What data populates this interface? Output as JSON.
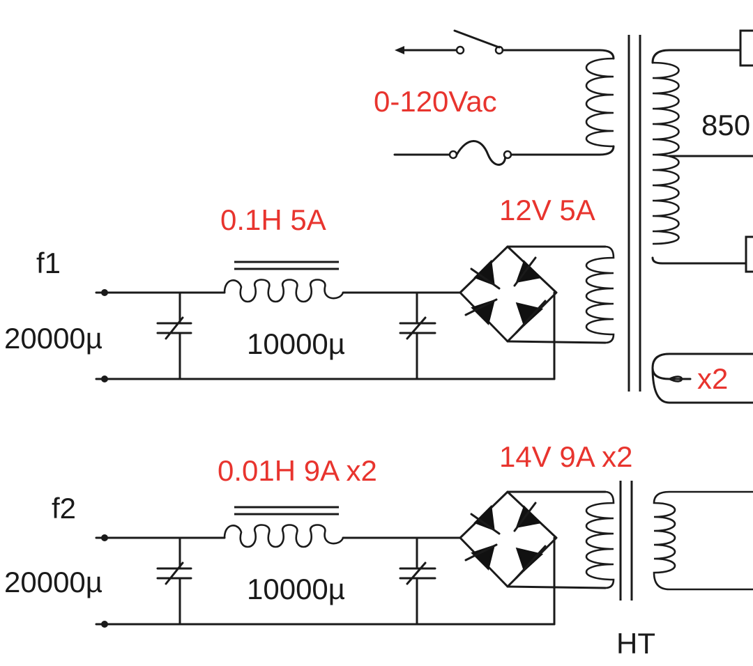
{
  "labels": {
    "input_voltage": "0-120Vac",
    "hv_winding": "850",
    "choke1": "0.1H 5A",
    "winding1": "12V 5A",
    "output1": "f1",
    "cap1_left": "20000µ",
    "cap1_right": "10000µ",
    "extra_windings": "x2",
    "choke2": "0.01H 9A x2",
    "winding2": "14V 9A x2",
    "output2": "f2",
    "cap2_left": "20000µ",
    "cap2_right": "10000µ",
    "transformer2": "HT"
  },
  "colors": {
    "wire": "#1a1a1a",
    "annotation_red": "#e8342e"
  }
}
